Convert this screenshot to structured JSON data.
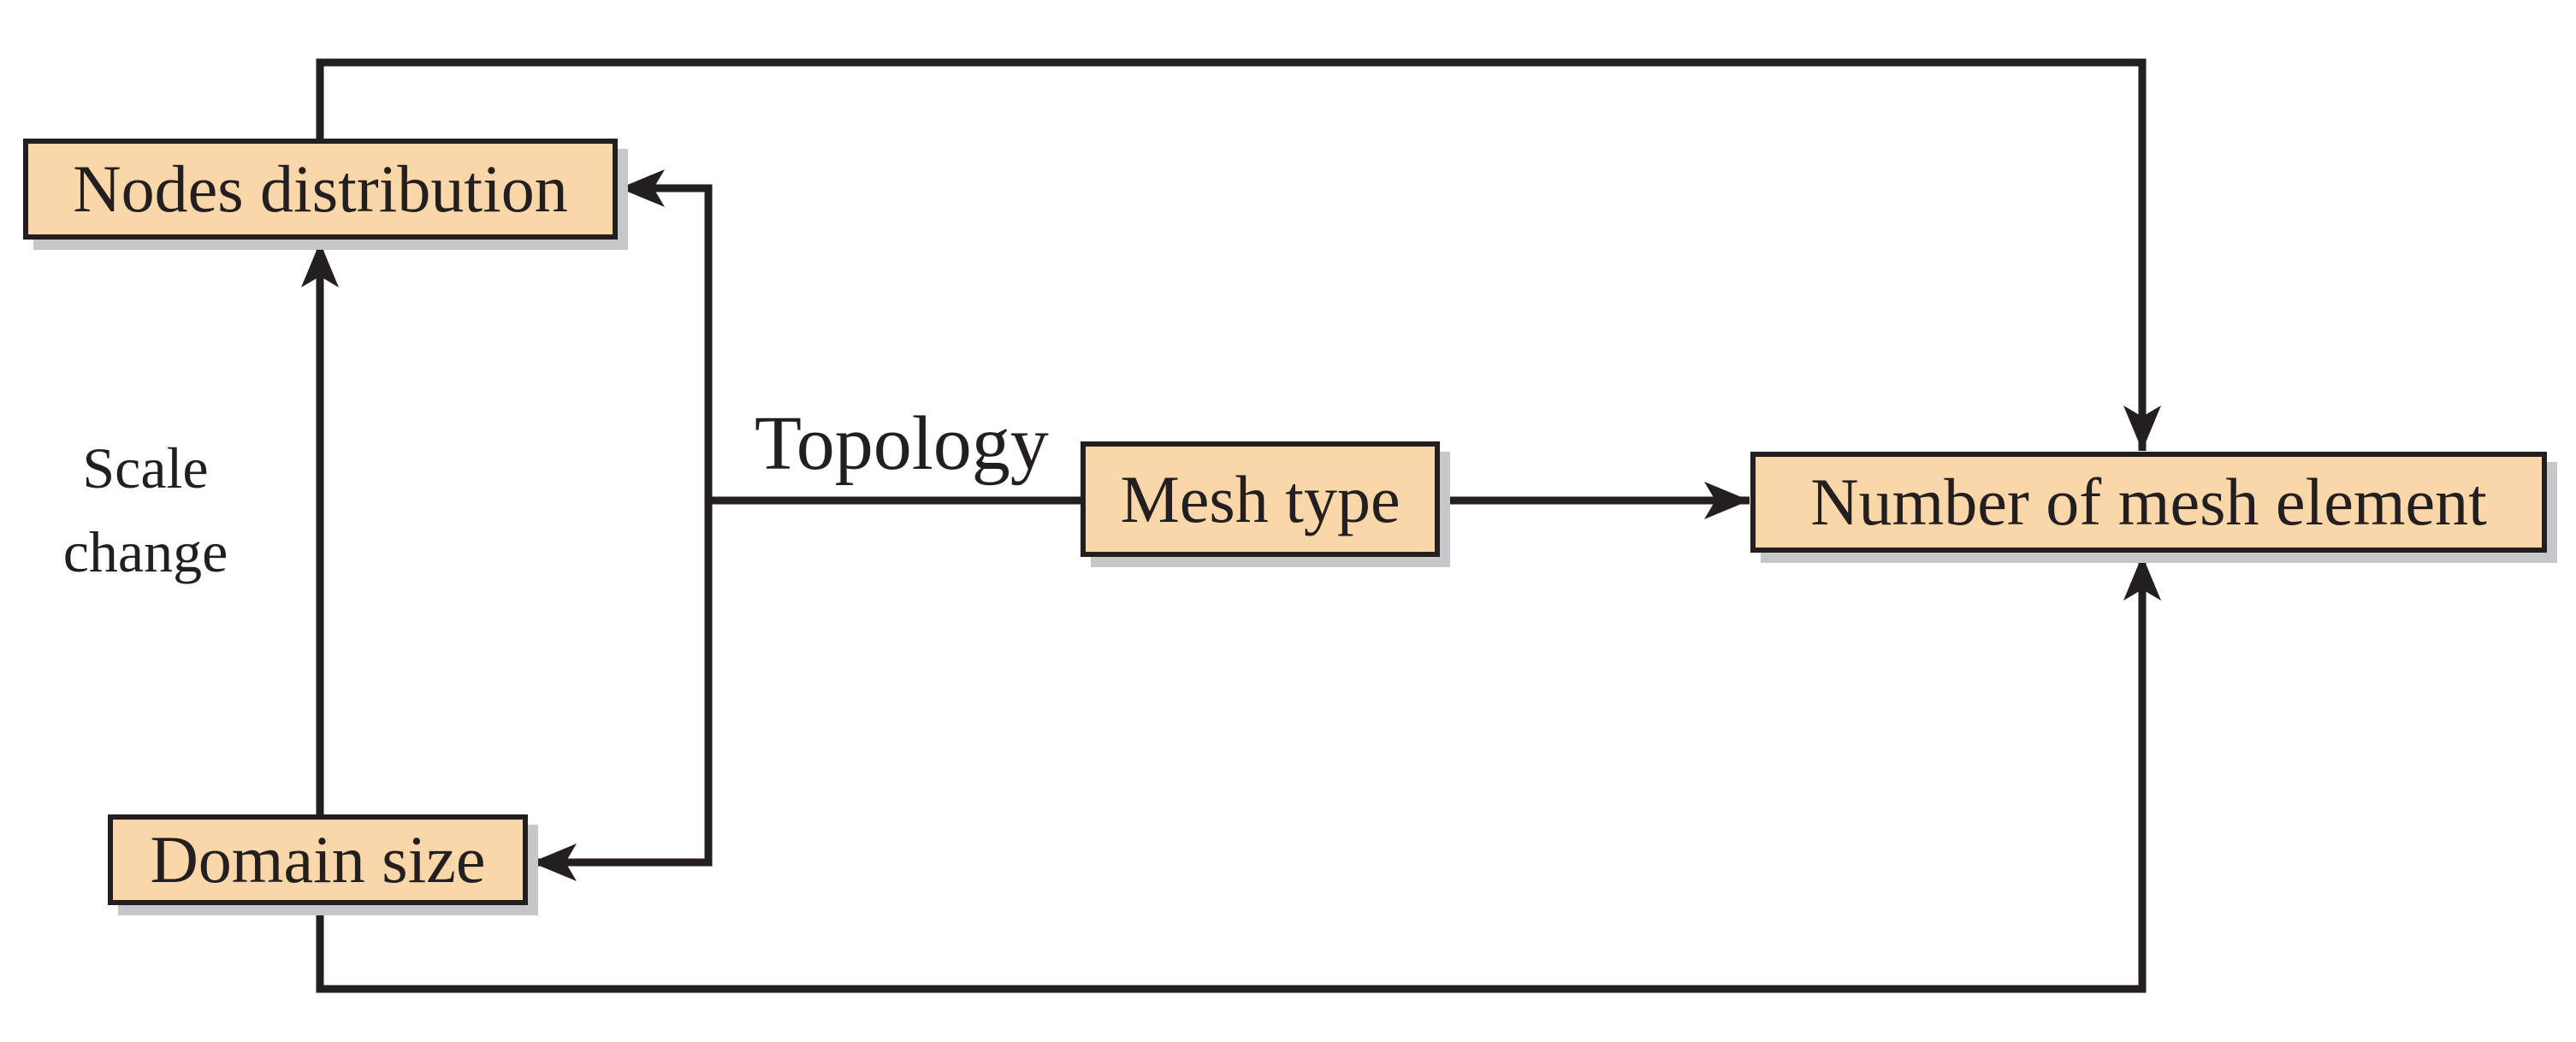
{
  "boxes": {
    "nodes_distribution": "Nodes distribution",
    "domain_size": "Domain size",
    "mesh_type": "Mesh type",
    "number_of_mesh_element": "Number of mesh element"
  },
  "labels": {
    "scale_line1": "Scale",
    "scale_line2": "change",
    "topology": "Topology"
  },
  "colors": {
    "box_fill": "#FAD7A8",
    "box_border": "#231F20",
    "connector": "#231F20",
    "shadow": "#C7C7C9",
    "background": "#FFFFFF",
    "text": "#231F20"
  }
}
